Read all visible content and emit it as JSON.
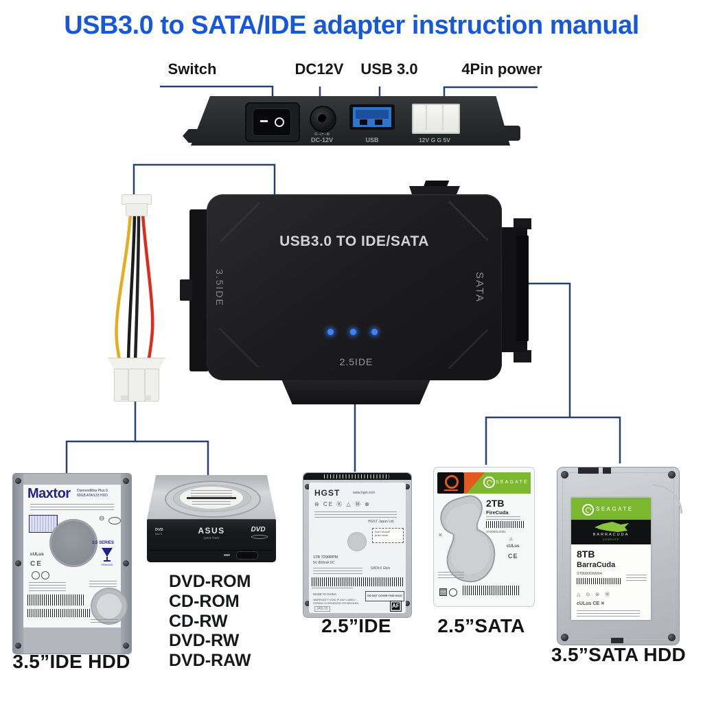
{
  "title": "USB3.0 to SATA/IDE adapter instruction manual",
  "colors": {
    "title_blue": "#1758d8",
    "line_navy": "#26406f",
    "usb_blue": "#2e76c9",
    "led_blue": "#3d83ff",
    "seagate_green": "#7cb82f",
    "firecuda_orange": "#e4591f",
    "maxtor_navy": "#232384"
  },
  "top_panel": {
    "labels": {
      "switch": "Switch",
      "dc": "DC12V",
      "usb": "USB 3.0",
      "pin4": "4Pin power"
    },
    "captions": {
      "dc": "DC-12V",
      "usb": "USB",
      "pin4": "12V G G 5V"
    },
    "icons": {
      "dc_polarity": "⊖─(•─⊕"
    }
  },
  "adapter": {
    "title": "USB3.0 TO IDE/SATA",
    "left_port": "3.5IDE",
    "right_port": "SATA",
    "bottom_port": "2.5IDE"
  },
  "devices": {
    "maxtor": {
      "brand": "Maxtor",
      "model": "DiamondMax Plus 9",
      "capacity": "60GB ATA/133 HDD",
      "series": "3.5 SERIES",
      "fragile": "FRAGILE",
      "ce": "CE",
      "ul": "cULus",
      "caption": "3.5”IDE HDD"
    },
    "dvd": {
      "brand": "ASUS",
      "sub": "Quiet-Track",
      "badge": "DVD",
      "badge_left": "DVD",
      "badge_left2": "MULTI",
      "types": [
        "DVD-ROM",
        "CD-ROM",
        "CD-RW",
        "DVD-RW",
        "DVD-RAW"
      ]
    },
    "hgst": {
      "brand": "HGST",
      "url": "www.hgst.com",
      "marks": "⊖ CE Ⓚ △ Ⓜ ⊗",
      "spec1": "1TB 7200RPM",
      "spec2": "5V 800mA DC",
      "maker": "HGST Japan Ltd.",
      "interface": "SATA 6 Gb/s",
      "shock1": "Don't shock!",
      "shock2": "push cover",
      "hole": "DO NOT COVER THIS HOLE",
      "made": "MADE IN CHINA",
      "warranty1": "WARRANTY VOID IF ANY LABEL/",
      "warranty2": "SCREW IS REMOVED OR BROKEN",
      "stamp": "JAN-16",
      "af": "AF",
      "caption": "2.5”IDE"
    },
    "firecuda": {
      "brand": "SEAGATE",
      "capacity": "2TB",
      "model": "FireCuda",
      "part": "ST2000LX001",
      "cert1": "△",
      "cert2": "cULus",
      "cert3": "CE",
      "caption": "2.5”SATA"
    },
    "barracuda": {
      "brand": "SEAGATE",
      "line": "BARRACUDA",
      "tag": "COMPUTE",
      "capacity": "8TB",
      "model": "BarraCuda",
      "part": "ST8000DM004",
      "cert_row": "△ ⊙ ⊜ Ⓜ",
      "ce_row": "cULus  CE  ✕",
      "caption": "3.5”SATA HDD"
    }
  }
}
